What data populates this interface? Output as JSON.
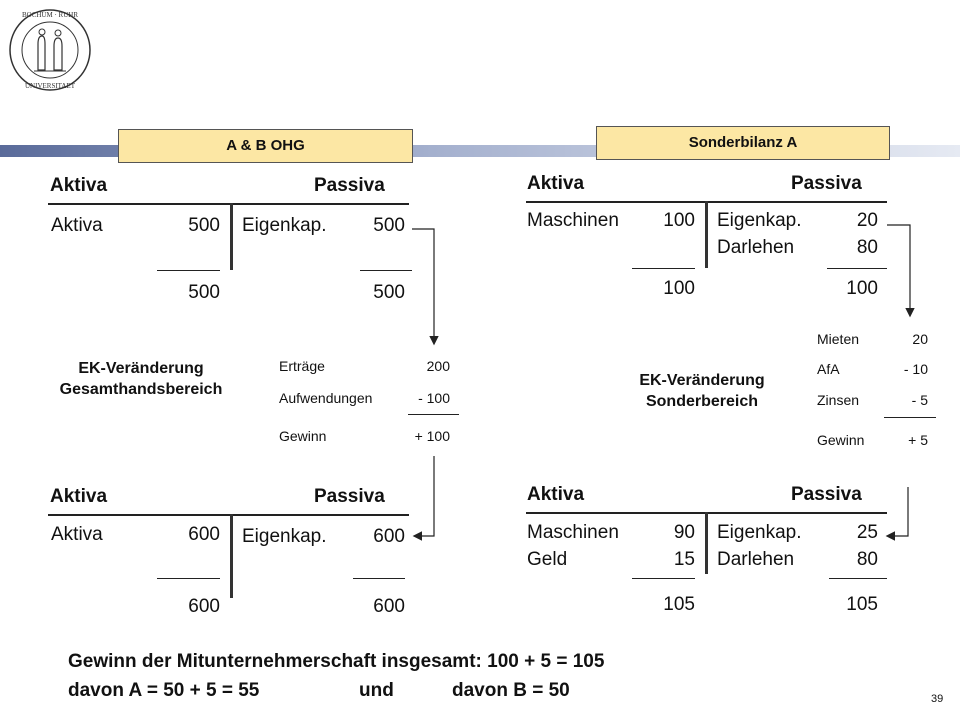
{
  "page_number": "39",
  "logo": {
    "text": "BOCHUM • RUHR • UNIVERSITAET",
    "icon": "university-seal"
  },
  "left_box": "A & B OHG",
  "right_box": "Sonderbilanz A",
  "accounts": {
    "l1": {
      "aktiva": "Aktiva",
      "passiva": "Passiva",
      "rows": [
        {
          "a_label": "Aktiva",
          "a_val": "500",
          "p_label": "Eigenkap.",
          "p_val": "500"
        }
      ],
      "a_total": "500",
      "p_total": "500"
    },
    "l2": {
      "aktiva": "Aktiva",
      "passiva": "Passiva",
      "rows": [
        {
          "a_label": "Aktiva",
          "a_val": "600",
          "p_label": "Eigenkap.",
          "p_val": "600"
        }
      ],
      "a_total": "600",
      "p_total": "600"
    },
    "r1": {
      "aktiva": "Aktiva",
      "passiva": "Passiva",
      "rows": [
        {
          "a_label": "Maschinen",
          "a_val": "100",
          "p_label": "Eigenkap.",
          "p_val": "20"
        },
        {
          "a_label": "",
          "a_val": "",
          "p_label": "Darlehen",
          "p_val": "80"
        }
      ],
      "a_total": "100",
      "p_total": "100"
    },
    "r2": {
      "aktiva": "Aktiva",
      "passiva": "Passiva",
      "rows": [
        {
          "a_label": "Maschinen",
          "a_val": "90",
          "p_label": "Eigenkap.",
          "p_val": "25"
        },
        {
          "a_label": "Geld",
          "a_val": "15",
          "p_label": "Darlehen",
          "p_val": "80"
        }
      ],
      "a_total": "105",
      "p_total": "105"
    }
  },
  "ek_left": {
    "line1": "EK-Veränderung",
    "line2": "Gesamthandsbereich",
    "items": [
      {
        "label": "Erträge",
        "value": "200"
      },
      {
        "label": "Aufwendungen",
        "value": "- 100"
      }
    ],
    "result": {
      "label": "Gewinn",
      "value": "+ 100"
    }
  },
  "ek_right": {
    "line1": "EK-Veränderung",
    "line2": "Sonderbereich",
    "items": [
      {
        "label": "Mieten",
        "value": "20"
      },
      {
        "label": "AfA",
        "value": "- 10"
      },
      {
        "label": "Zinsen",
        "value": "- 5"
      }
    ],
    "result": {
      "label": "Gewinn",
      "value": "+ 5"
    }
  },
  "footer": {
    "line1": "Gewinn der Mitunternehmerschaft insgesamt: 100 + 5 = 105",
    "line2a": "davon A = 50 + 5 = 55",
    "line2b": "und",
    "line2c": "davon B = 50"
  }
}
